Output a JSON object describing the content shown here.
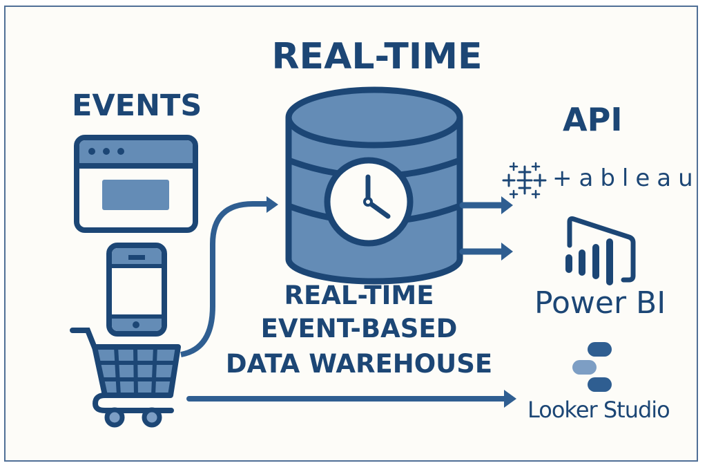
{
  "diagram": {
    "title": "REAL-TIME",
    "sources": {
      "heading": "EVENTS",
      "items": [
        "browser-window",
        "mobile-phone",
        "shopping-cart"
      ]
    },
    "center_label": {
      "line1": "REAL-TIME",
      "line2": "EVENT-BASED",
      "line3": "DATA WAREHOUSE"
    },
    "destinations": {
      "heading": "API",
      "tools": [
        {
          "name": "tableau",
          "label": "+ableau"
        },
        {
          "name": "power-bi",
          "label": "Power BI"
        },
        {
          "name": "looker-studio",
          "label": "Looker Studio"
        }
      ]
    },
    "colors": {
      "dark": "#1c4675",
      "mid": "#2f5e91",
      "fill": "#648cb6",
      "light": "#7d9ec4",
      "background": "#fdfcf8",
      "border": "#4f6f96"
    }
  }
}
